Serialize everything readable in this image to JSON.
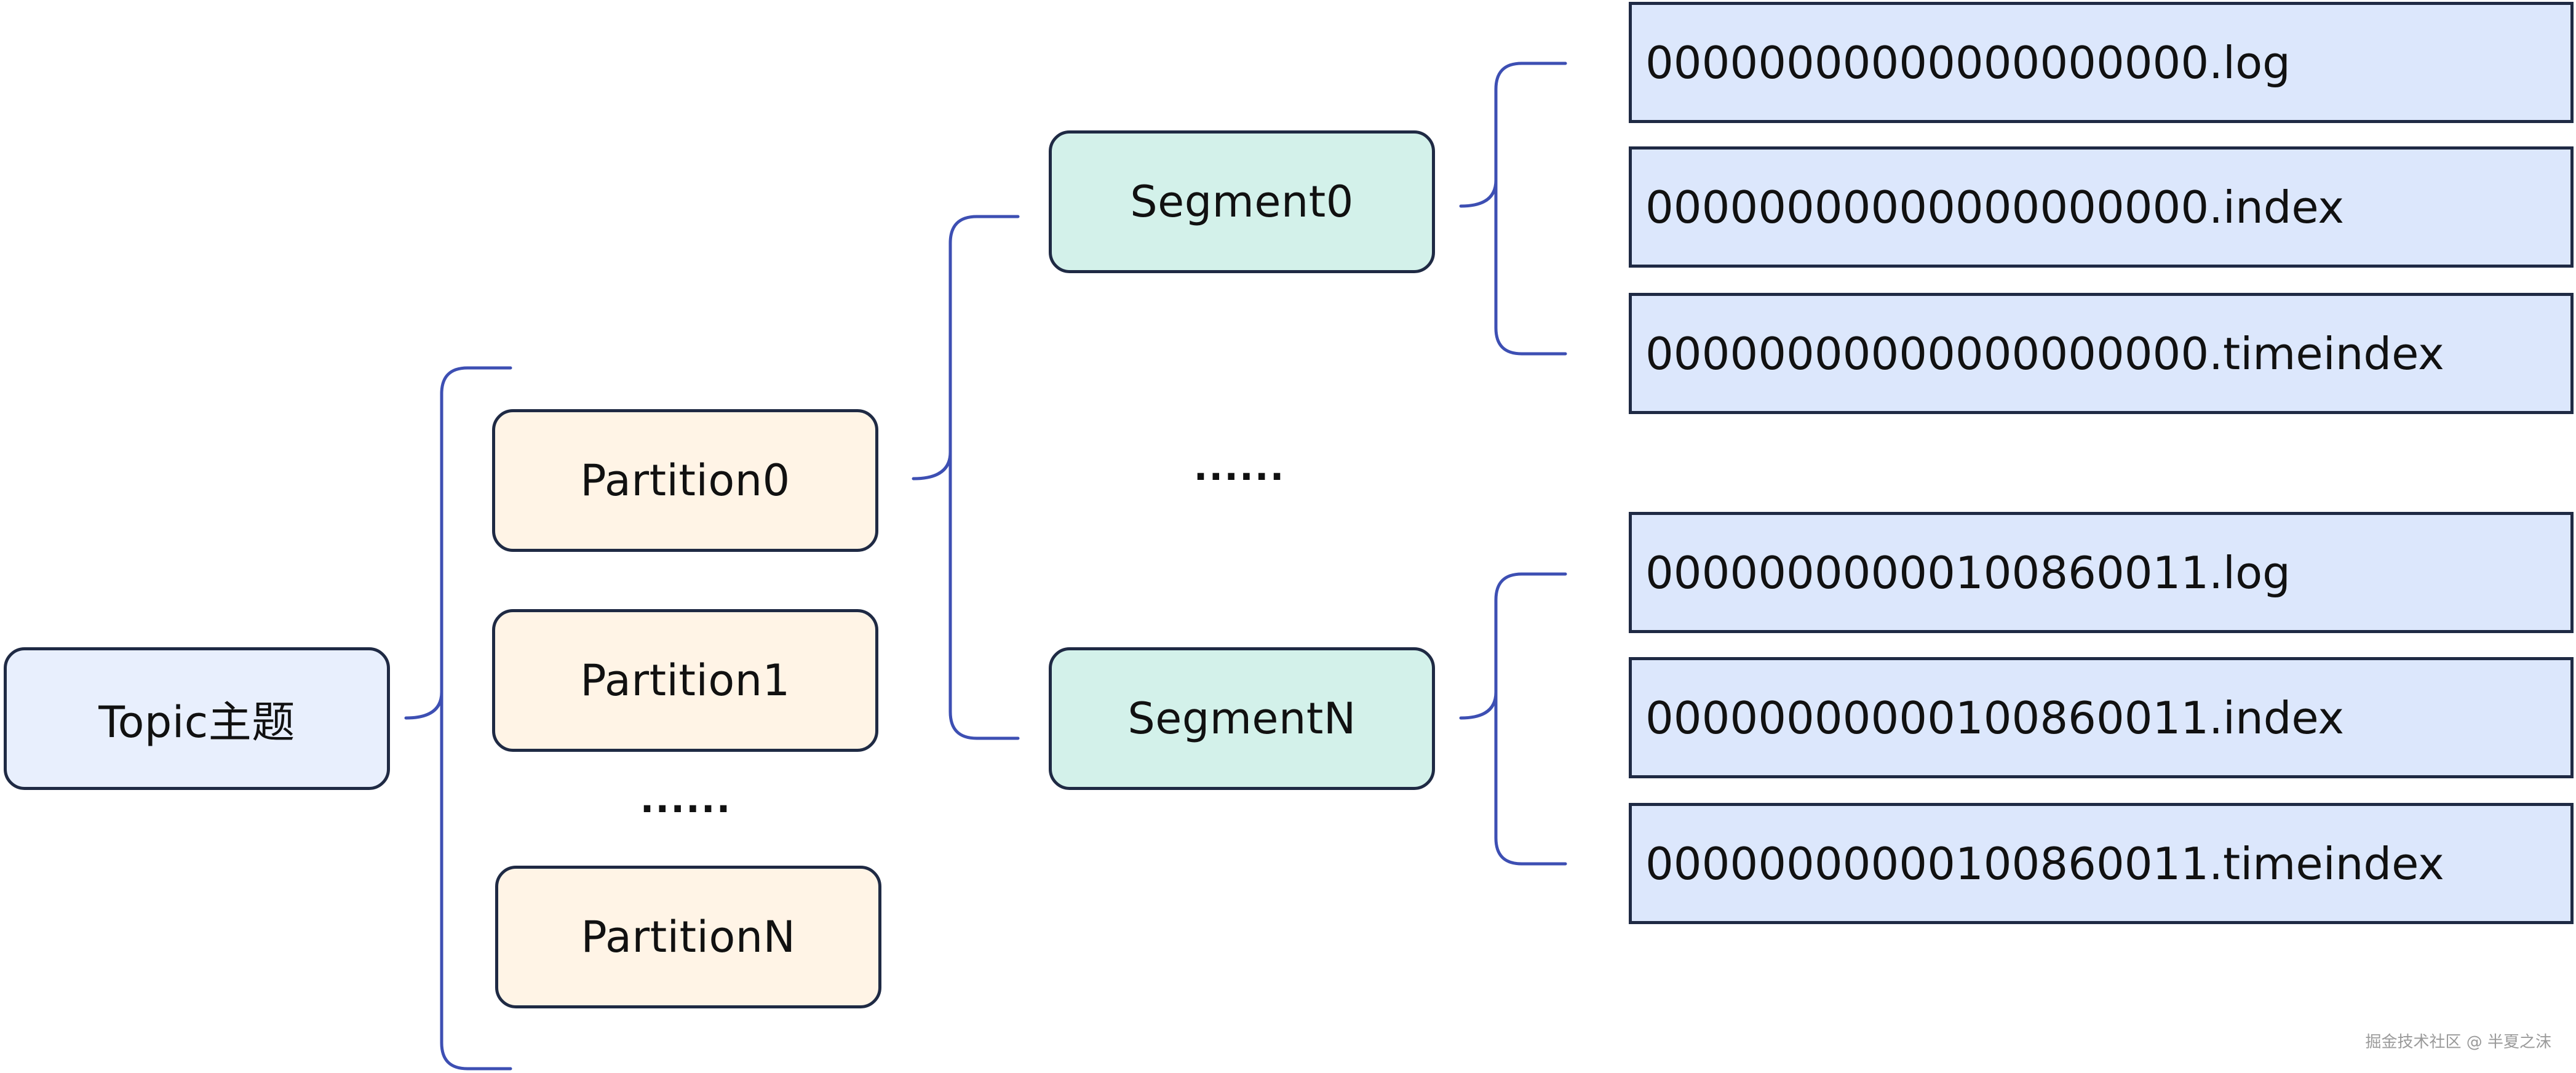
{
  "topic": {
    "label": "Topic主题"
  },
  "partitions": [
    {
      "label": "Partition0"
    },
    {
      "label": "Partition1"
    },
    {
      "label": "PartitionN"
    }
  ],
  "partition_ellipsis": "......",
  "segments": [
    {
      "label": "Segment0"
    },
    {
      "label": "SegmentN"
    }
  ],
  "segment_ellipsis": "......",
  "segment0_files": [
    "00000000000000000000.log",
    "00000000000000000000.index",
    "00000000000000000000.timeindex"
  ],
  "segmentN_files": [
    "00000000000100860011.log",
    "00000000000100860011.index",
    "00000000000100860011.timeindex"
  ],
  "watermark": "掘金技术社区 @ 半夏之沫",
  "colors": {
    "connector": "#3d4fb3",
    "border": "#1f2a44",
    "topic_fill": "#e8effd",
    "partition_fill": "#fff4e6",
    "segment_fill": "#d3f1ea",
    "file_fill": "#dce7fc"
  }
}
